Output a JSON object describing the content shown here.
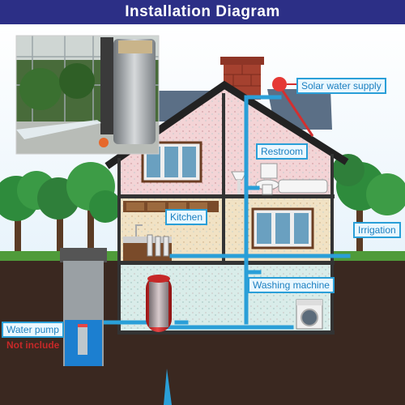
{
  "title": "Installation Diagram",
  "labels": {
    "solar": "Solar water supply",
    "restroom": "Restroom",
    "kitchen": "Kitchen",
    "irrigation": "Irrigation",
    "washing": "Washing machine",
    "pump": "Water pump",
    "not_included": "Not include"
  },
  "colors": {
    "banner": "#2c2f86",
    "pipe": "#2a9fd8",
    "tank": "#d32f2f",
    "ground": "#3a2820",
    "roof": "#222222",
    "label_text": "#1a7fc0",
    "note_text": "#c62828"
  }
}
